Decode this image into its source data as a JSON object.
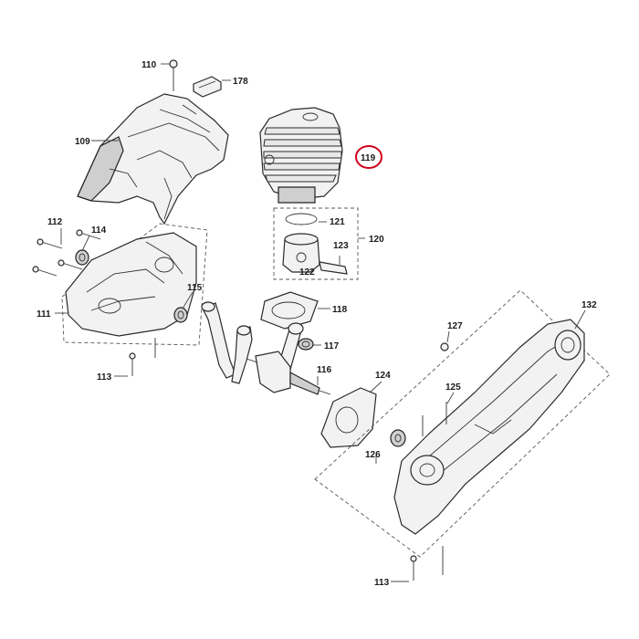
{
  "diagram": {
    "labels": {
      "p110": "110",
      "p178": "178",
      "p109": "109",
      "p119": "119",
      "p121": "121",
      "p120": "120",
      "p123": "123",
      "p122": "122",
      "p112": "112",
      "p114": "114",
      "p111": "111",
      "p115": "115",
      "p118": "118",
      "p117": "117",
      "p116": "116",
      "p113a": "113",
      "p124": "124",
      "p127": "127",
      "p125": "125",
      "p126": "126",
      "p132": "132",
      "p113b": "113"
    },
    "highlighted_part": "119",
    "highlight_color": "#d0021b"
  }
}
